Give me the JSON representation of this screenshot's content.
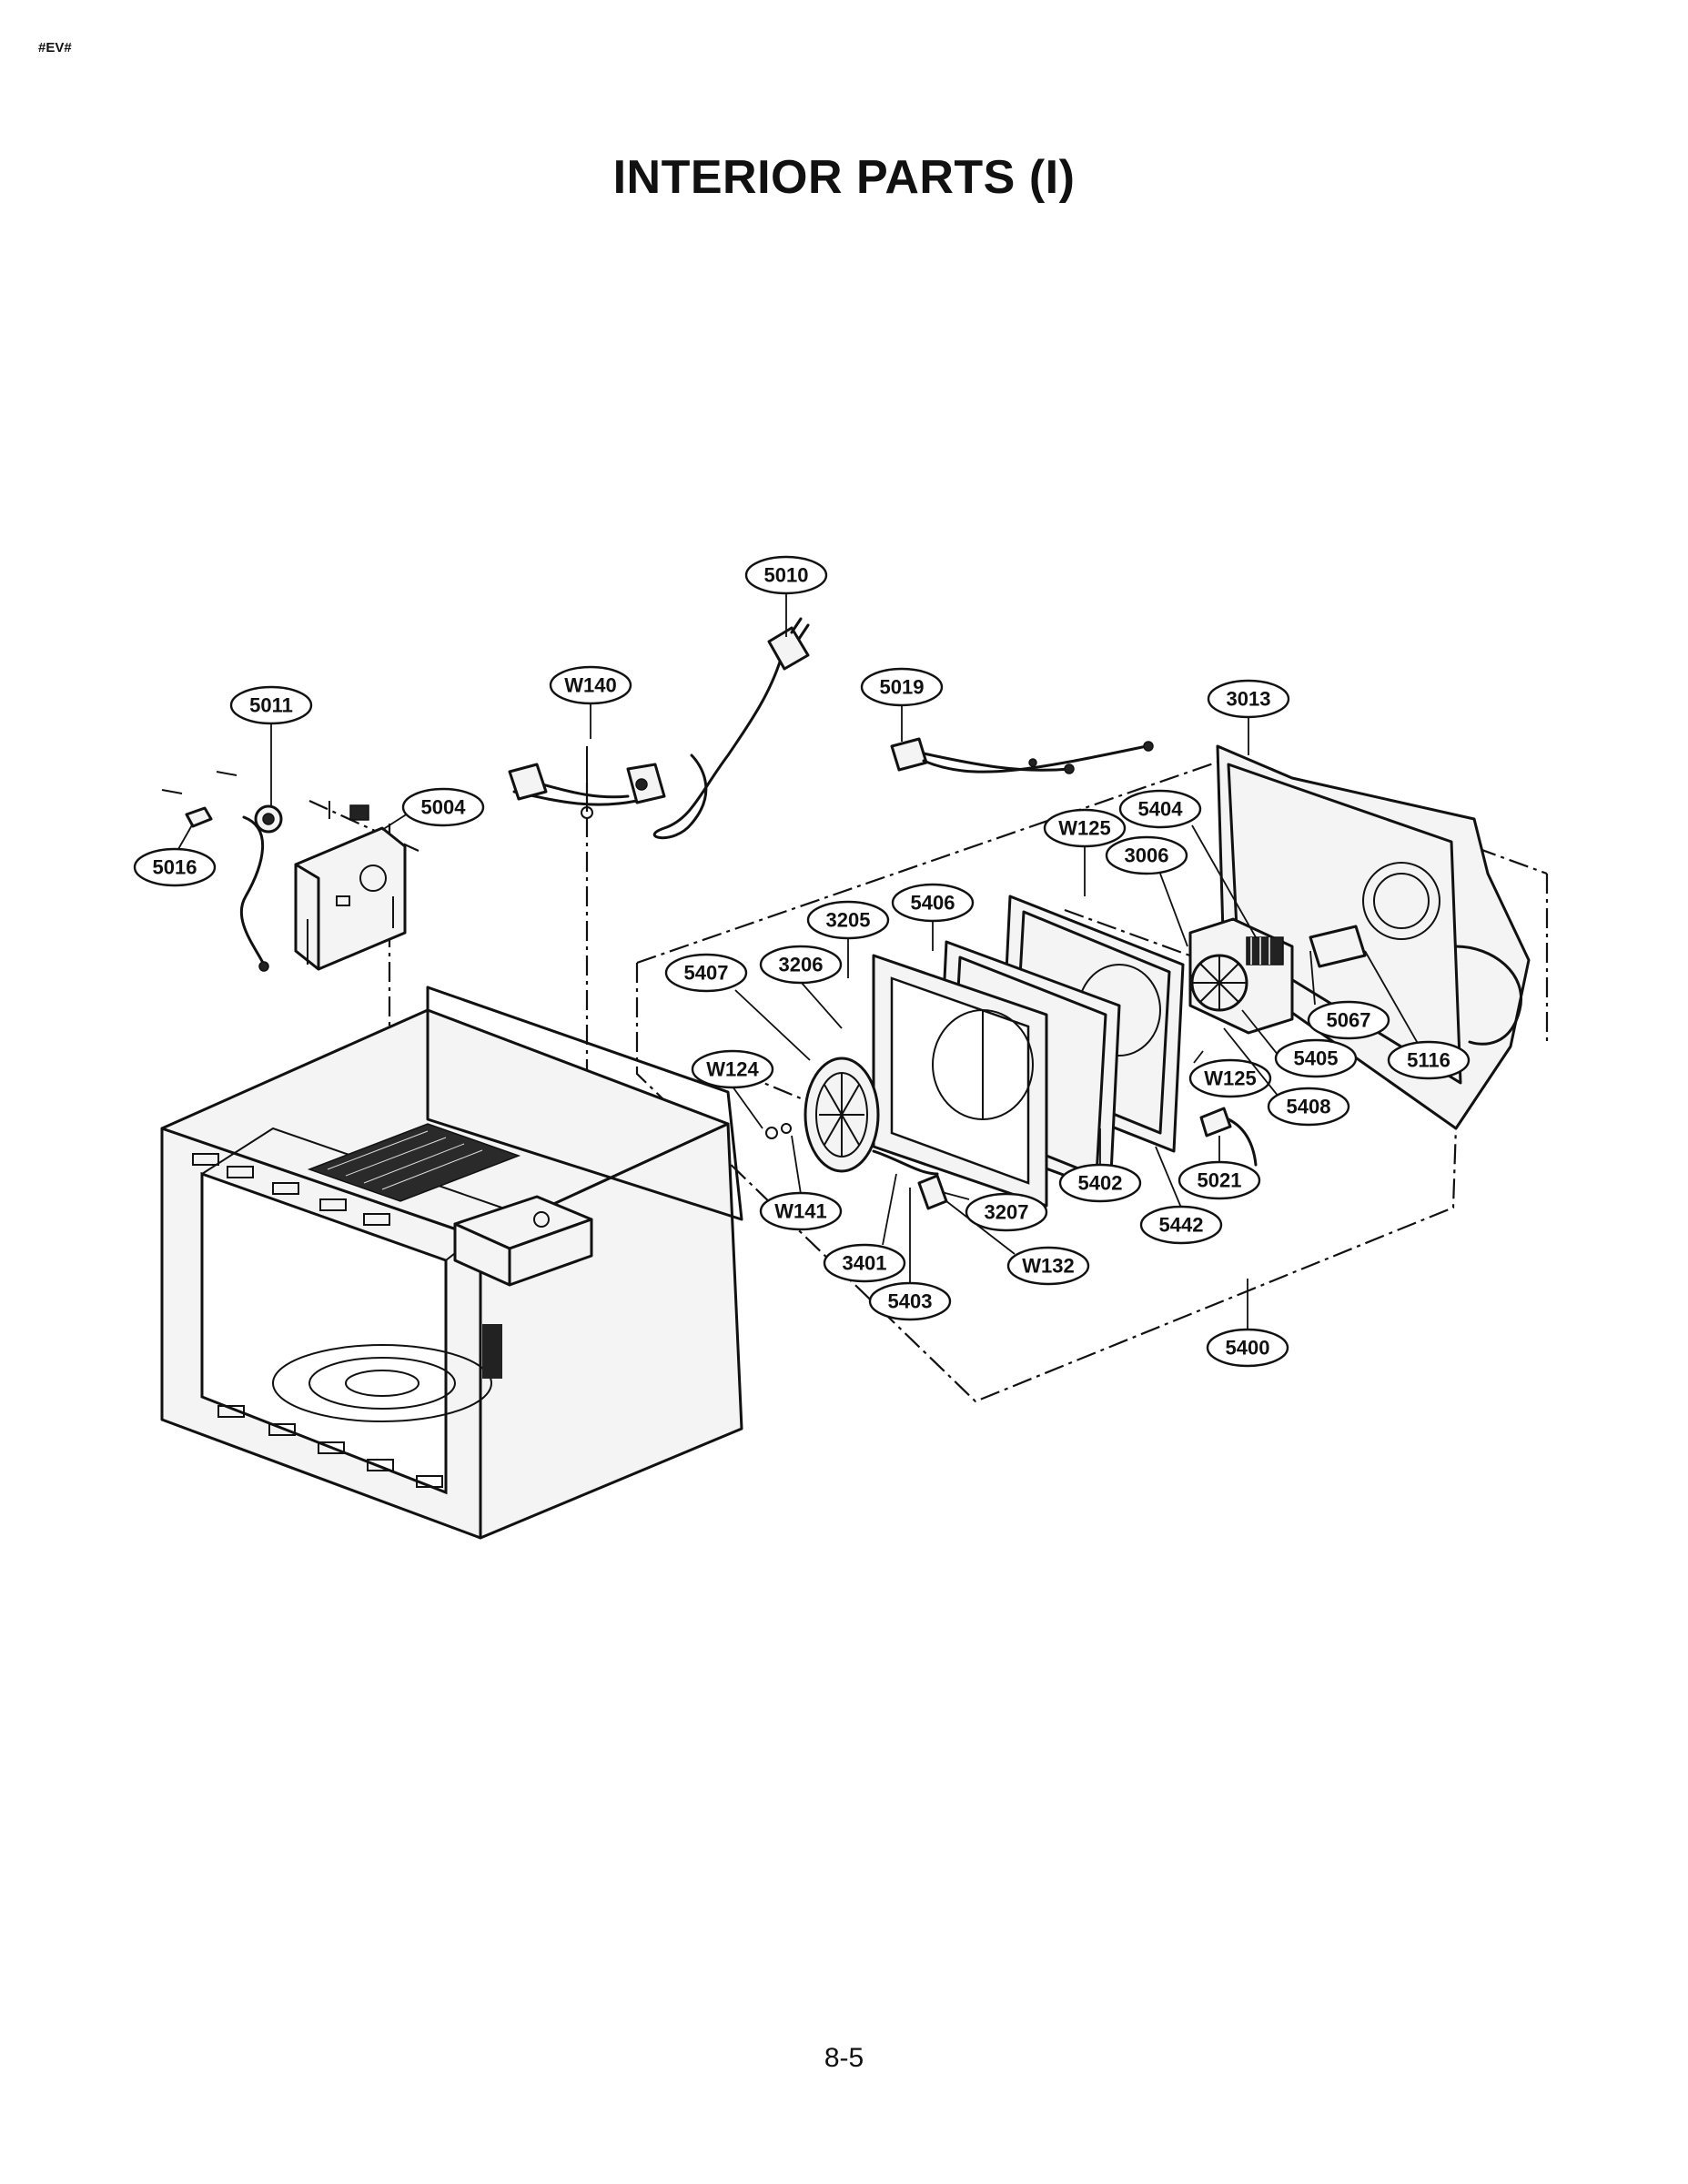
{
  "header": {
    "code": "#EV#",
    "title": "INTERIOR PARTS (I)"
  },
  "footer": {
    "page_number": "8-5"
  },
  "callouts": [
    {
      "id": "c5010",
      "label": "5010"
    },
    {
      "id": "c5011",
      "label": "5011"
    },
    {
      "id": "cW140",
      "label": "W140"
    },
    {
      "id": "c5019",
      "label": "5019"
    },
    {
      "id": "c3013",
      "label": "3013"
    },
    {
      "id": "c5004",
      "label": "5004"
    },
    {
      "id": "c5016",
      "label": "5016"
    },
    {
      "id": "c5404",
      "label": "5404"
    },
    {
      "id": "cW125a",
      "label": "W125"
    },
    {
      "id": "c3006",
      "label": "3006"
    },
    {
      "id": "c3205",
      "label": "3205"
    },
    {
      "id": "c5406",
      "label": "5406"
    },
    {
      "id": "c5407",
      "label": "5407"
    },
    {
      "id": "c3206",
      "label": "3206"
    },
    {
      "id": "cW124",
      "label": "W124"
    },
    {
      "id": "c5067",
      "label": "5067"
    },
    {
      "id": "c5405",
      "label": "5405"
    },
    {
      "id": "c5116",
      "label": "5116"
    },
    {
      "id": "cW125b",
      "label": "W125"
    },
    {
      "id": "c5408",
      "label": "5408"
    },
    {
      "id": "c5402",
      "label": "5402"
    },
    {
      "id": "c5021",
      "label": "5021"
    },
    {
      "id": "cW141",
      "label": "W141"
    },
    {
      "id": "c3207",
      "label": "3207"
    },
    {
      "id": "c5442",
      "label": "5442"
    },
    {
      "id": "c3401",
      "label": "3401"
    },
    {
      "id": "cW132",
      "label": "W132"
    },
    {
      "id": "c5403",
      "label": "5403"
    },
    {
      "id": "c5400",
      "label": "5400"
    }
  ]
}
